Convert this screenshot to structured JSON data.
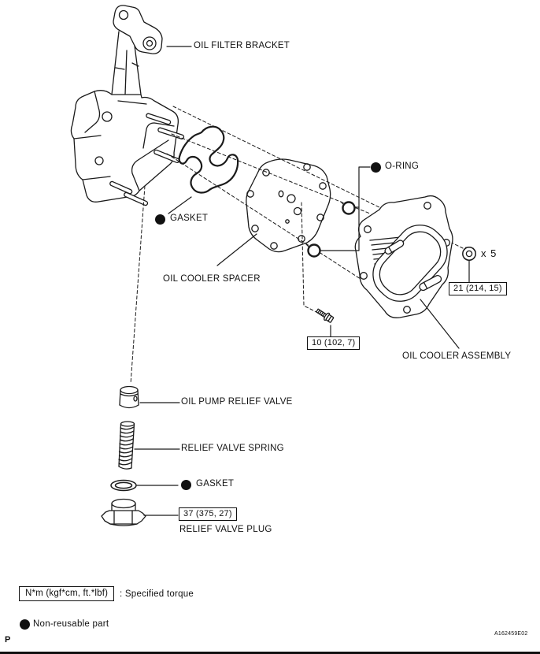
{
  "diagram": {
    "figure_code": "A162459E02",
    "page_marker": "P"
  },
  "callouts": {
    "oil_filter_bracket": "OIL FILTER BRACKET",
    "gasket_upper": "GASKET",
    "oil_cooler_spacer": "OIL COOLER SPACER",
    "o_ring": "O-RING",
    "nut_quantity": "x 5",
    "oil_cooler_assembly": "OIL COOLER ASSEMBLY",
    "oil_pump_relief_valve": "OIL PUMP RELIEF VALVE",
    "relief_valve_spring": "RELIEF VALVE SPRING",
    "gasket_lower": "GASKET",
    "relief_valve_plug": "RELIEF VALVE PLUG"
  },
  "torque_specs": {
    "oil_cooler_nut": "21 (214, 15)",
    "oil_cooler_bolt": "10 (102, 7)",
    "relief_valve_plug": "37 (375, 27)"
  },
  "legend": {
    "torque_unit_box": "N*m (kgf*cm, ft.*lbf)",
    "torque_label": ": Specified torque",
    "non_reusable_label": "Non-reusable part"
  },
  "colors": {
    "line": "#1a1a1a",
    "background": "#ffffff"
  }
}
